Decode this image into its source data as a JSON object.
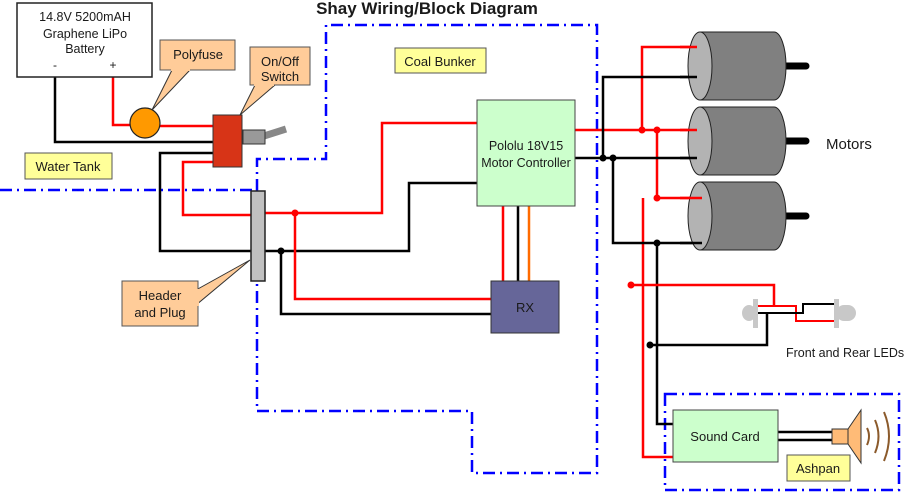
{
  "title": "Shay Wiring/Block Diagram",
  "battery": {
    "lines": [
      "14.8V 5200mAH",
      "Graphene LiPo",
      "Battery"
    ],
    "minus": "-",
    "plus": "+"
  },
  "callouts": {
    "polyfuse": "Polyfuse",
    "switch": [
      "On/Off",
      "Switch"
    ],
    "header": [
      "Header",
      "and Plug"
    ]
  },
  "zones": {
    "water_tank": "Water Tank",
    "coal_bunker": "Coal Bunker",
    "ashpan": "Ashpan"
  },
  "components": {
    "motor_controller": [
      "Pololu 18V15",
      "Motor Controller"
    ],
    "rx": "RX",
    "motors": "Motors",
    "leds": "Front and Rear LEDs",
    "sound_card": "Sound Card"
  },
  "colors": {
    "positive_wire": "#ff0000",
    "negative_wire": "#000000",
    "signal_wire": "#ff6a00",
    "zone_border": "#0000ff",
    "zone_label": "#ffff99",
    "callout": "#ffcc99",
    "module": "#ccffcc",
    "rx": "#666699",
    "switch": "#d73417",
    "polyfuse": "#ff9900"
  }
}
